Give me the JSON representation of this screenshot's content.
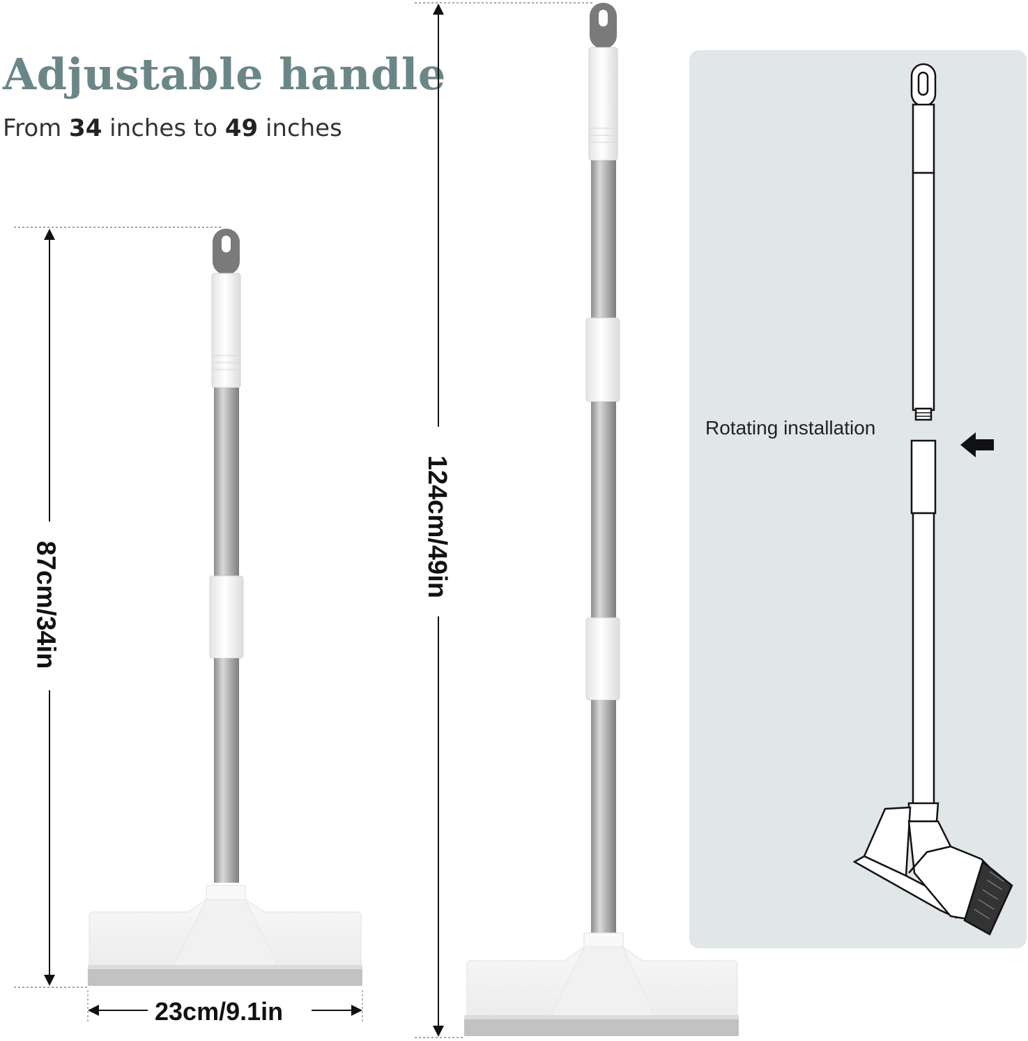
{
  "header": {
    "title": "Adjustable handle",
    "subtitle_prefix": "From ",
    "subtitle_min": "34",
    "subtitle_middle": " inches to ",
    "subtitle_max": "49",
    "subtitle_suffix": " inches"
  },
  "dimensions": {
    "short_height": "87cm/34in",
    "tall_height": "124cm/49in",
    "head_width": "23cm/9.1in"
  },
  "installation": {
    "label": "Rotating installation",
    "arrow_icon": "left-arrow-icon"
  },
  "colors": {
    "title": "#6b8687",
    "panel": "#e1e6e9",
    "handle_metal": "#a9a9a9",
    "grip": "#f4f4f4",
    "hook": "#7a7a7a"
  }
}
